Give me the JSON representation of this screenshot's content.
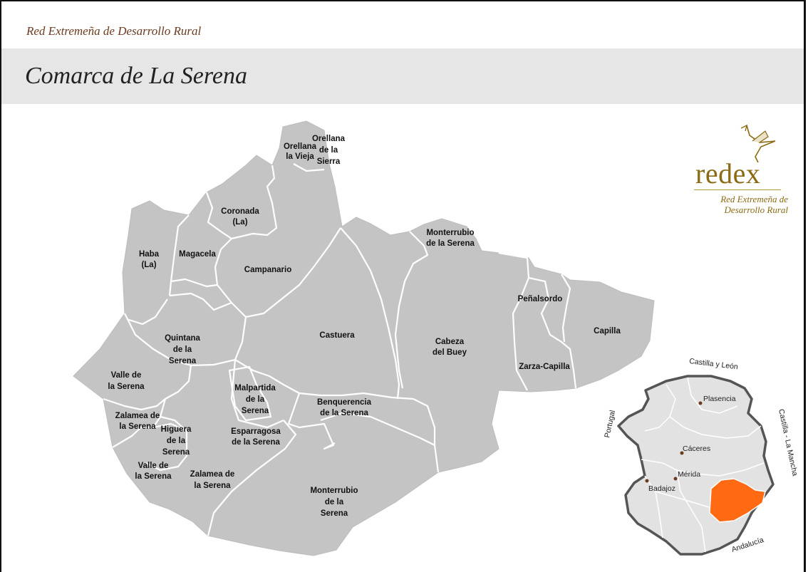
{
  "header": {
    "subtitle": "Red Extremeña de Desarrollo Rural",
    "title": "Comarca de La Serena"
  },
  "logo": {
    "word": "redex",
    "tagline_1": "Red Extremeña de",
    "tagline_2": "Desarrollo  Rural",
    "icon": "crane-bird-icon",
    "color": "#8a6a12"
  },
  "map": {
    "fill_color": "#c4c4c4",
    "border_color": "#ffffff",
    "municipalities": [
      [
        "Orellana",
        "la Vieja"
      ],
      [
        "Orellana",
        "de la",
        "Sierra"
      ],
      [
        "Coronada",
        "(La)"
      ],
      [
        "Haba",
        "(La)"
      ],
      [
        "Magacela"
      ],
      [
        "Campanario"
      ],
      [
        "Monterrubio",
        "de la Serena"
      ],
      [
        "Peñalsordo"
      ],
      [
        "Capilla"
      ],
      [
        "Castuera"
      ],
      [
        "Cabeza",
        "del Buey"
      ],
      [
        "Zarza-Capilla"
      ],
      [
        "Quintana",
        "de la",
        "Serena"
      ],
      [
        "Valle de",
        "la Serena"
      ],
      [
        "Malpartida",
        "de la",
        "Serena"
      ],
      [
        "Benquerencia",
        "de la Serena"
      ],
      [
        "Zalamea de",
        "la Serena"
      ],
      [
        "Higuera",
        "de la",
        "Serena"
      ],
      [
        "Esparragosa",
        "de la Serena"
      ],
      [
        "Valle de",
        "la Serena"
      ],
      [
        "Zalamea de",
        "la Serena"
      ],
      [
        "Monterrubio",
        "de la",
        "Serena"
      ]
    ]
  },
  "inset": {
    "highlight_color": "#ff6a13",
    "neighbors": [
      "Castilla y León",
      "Castilla - La Mancha",
      "Portugal",
      "Andalucía"
    ],
    "cities": [
      "Plasencia",
      "Cáceres",
      "Mérida",
      "Badajoz"
    ]
  }
}
